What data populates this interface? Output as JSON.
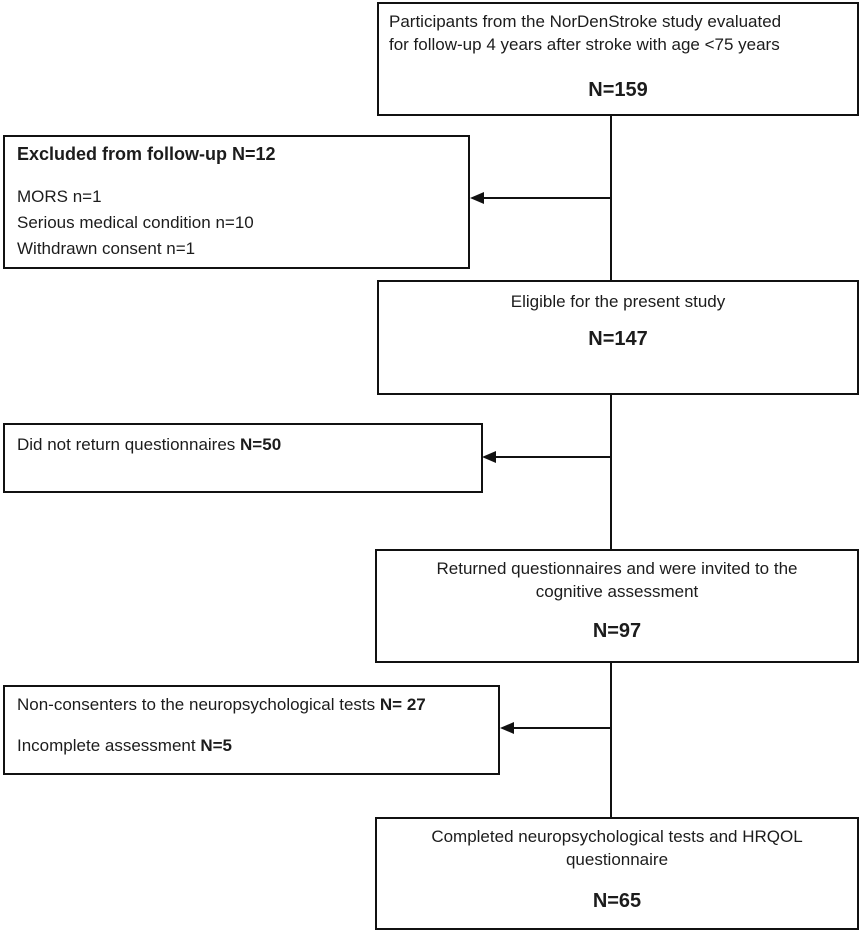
{
  "page": {
    "background": "#ffffff",
    "border_color": "#111111",
    "text_color": "#1c1c1c"
  },
  "flowchart": {
    "participants": {
      "line1": "Participants from the NorDenStroke study evaluated",
      "line2": "for follow-up 4 years after stroke with age <75 years",
      "n": "N=159"
    },
    "excluded": {
      "title": "Excluded from follow-up N=12",
      "items": [
        "MORS n=1",
        "Serious medical condition n=10",
        "Withdrawn consent n=1"
      ]
    },
    "eligible": {
      "text": "Eligible for the present study",
      "n": "N=147"
    },
    "not_returned": {
      "text": "Did not return questionnaires",
      "n": "N=50"
    },
    "returned": {
      "line1": "Returned questionnaires and were invited to the",
      "line2": "cognitive assessment",
      "n": "N=97"
    },
    "non_consenters": {
      "line1_text": "Non-consenters to the neuropsychological tests",
      "line1_n": "N= 27",
      "line2_text": "Incomplete assessment",
      "line2_n": "N=5"
    },
    "completed": {
      "line1": "Completed neuropsychological tests and HRQOL",
      "line2": "questionnaire",
      "n": "N=65"
    }
  }
}
